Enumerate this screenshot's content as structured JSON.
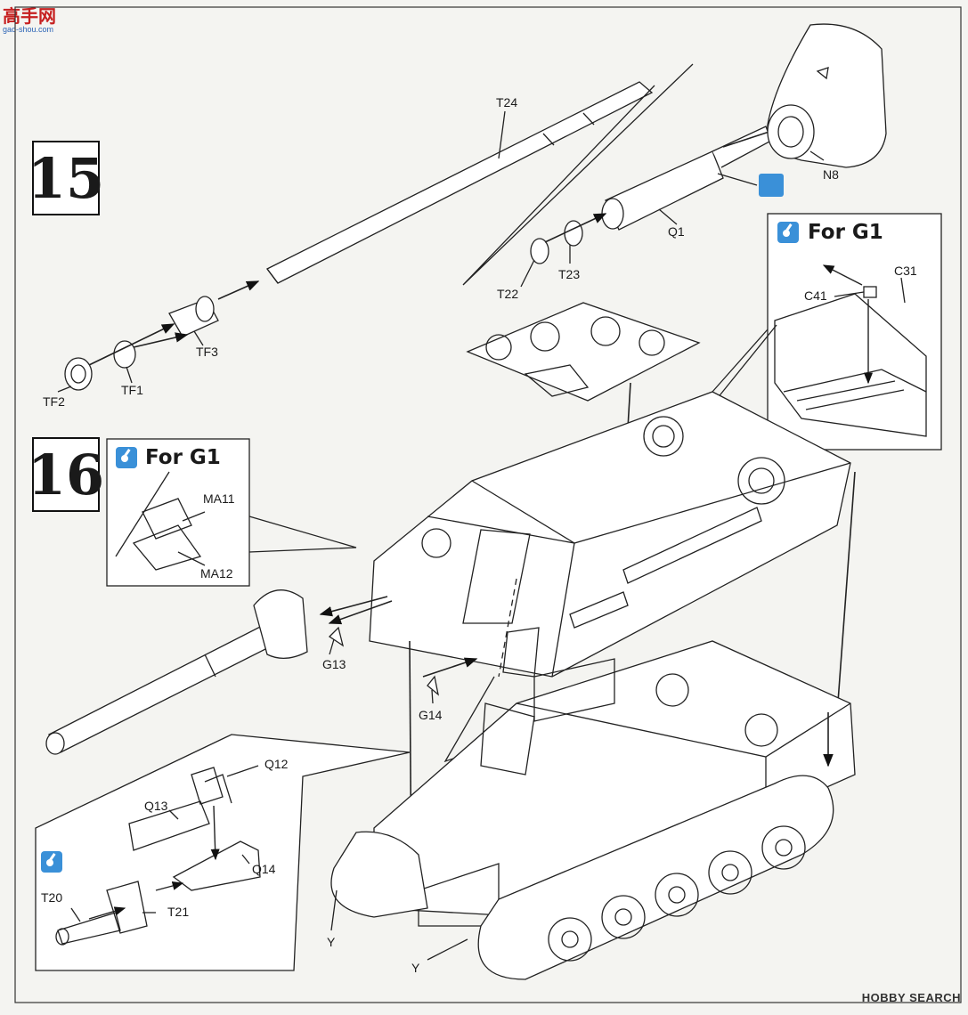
{
  "watermark_top": {
    "main": "高手网",
    "sub": "gao-shou.com"
  },
  "watermark_bottom": "HOBBY SEARCH",
  "steps": {
    "s15": "15",
    "s16": "16"
  },
  "callouts": {
    "g1_a": "For G1",
    "g1_b": "For G1"
  },
  "parts": {
    "T24": "T24",
    "N8": "N8",
    "Q1": "Q1",
    "T22": "T22",
    "T23": "T23",
    "TF3": "TF3",
    "TF1": "TF1",
    "TF2": "TF2",
    "C31": "C31",
    "C41": "C41",
    "MA11": "MA11",
    "MA12": "MA12",
    "G13": "G13",
    "G14": "G14",
    "Q12": "Q12",
    "Q13": "Q13",
    "Q14": "Q14",
    "T20": "T20",
    "T21": "T21",
    "Y1": "Y",
    "Y2": "Y"
  },
  "colors": {
    "ink": "#1a1a1a",
    "paper": "#f4f4f1",
    "accent": "#3a90d8"
  }
}
